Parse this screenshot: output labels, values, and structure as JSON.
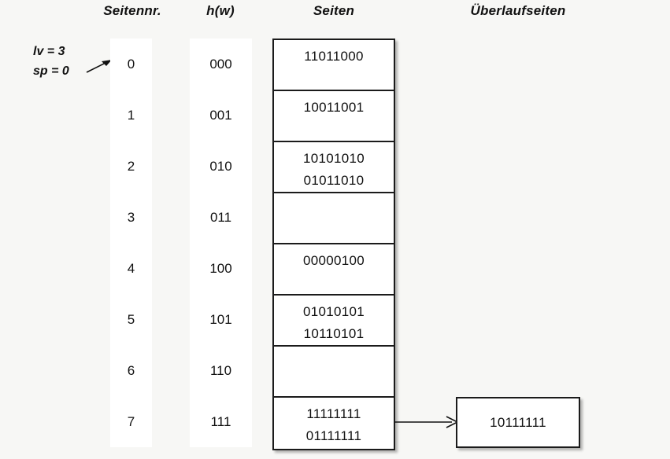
{
  "headers": {
    "page_number": "Seitennr.",
    "hash": "h(w)",
    "pages": "Seiten",
    "overflow_pages": "Überlaufseiten"
  },
  "annotation": {
    "level": "lv = 3",
    "split_pointer": "sp = 0",
    "arrow_icon": "arrow-right-icon"
  },
  "colors": {
    "background": "#f7f7f5",
    "box_border": "#1b1b1b",
    "box_fill": "#ffffff",
    "text": "#111111"
  },
  "rows": [
    {
      "number": "0",
      "hash": "000",
      "lines": [
        "11011000"
      ]
    },
    {
      "number": "1",
      "hash": "001",
      "lines": [
        "10011001"
      ]
    },
    {
      "number": "2",
      "hash": "010",
      "lines": [
        "10101010",
        "01011010"
      ]
    },
    {
      "number": "3",
      "hash": "011",
      "lines": []
    },
    {
      "number": "4",
      "hash": "100",
      "lines": [
        "00000100"
      ]
    },
    {
      "number": "5",
      "hash": "101",
      "lines": [
        "01010101",
        "10110101"
      ]
    },
    {
      "number": "6",
      "hash": "110",
      "lines": []
    },
    {
      "number": "7",
      "hash": "111",
      "lines": [
        "11111111",
        "01111111"
      ]
    }
  ],
  "overflow": {
    "value": "10111111",
    "from_row": "7",
    "arrow_icon": "arrow-right-icon"
  }
}
